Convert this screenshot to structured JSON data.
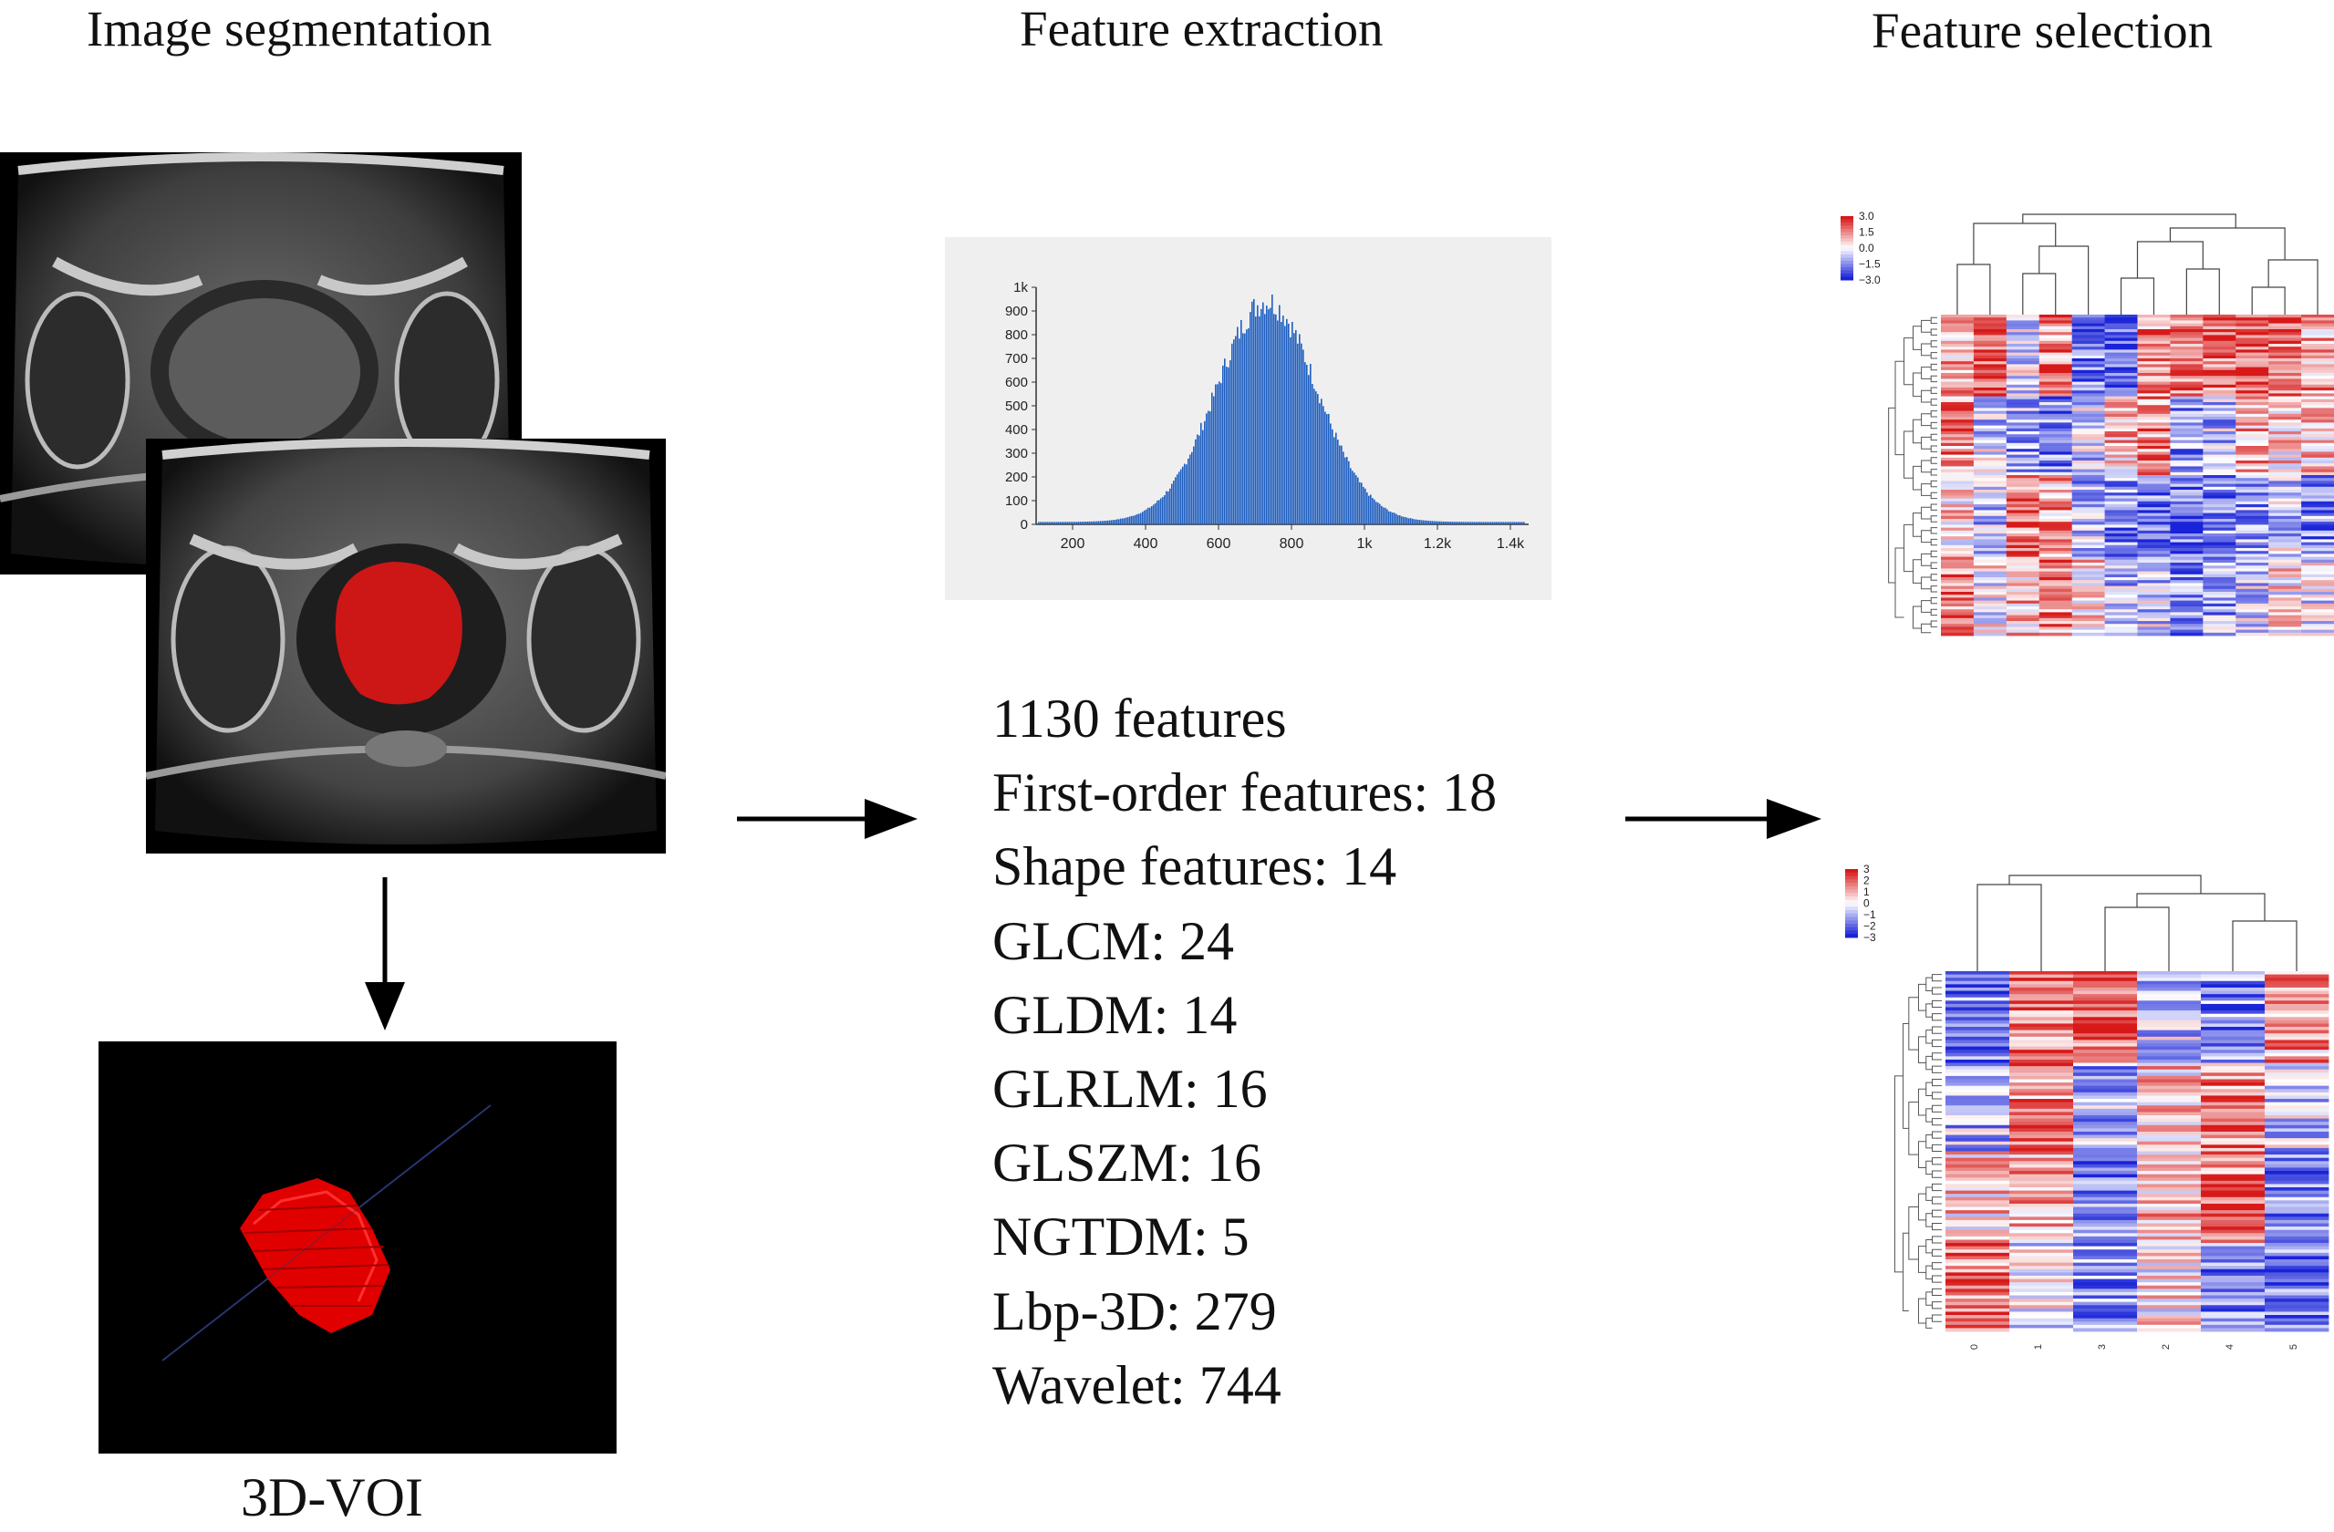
{
  "headers": {
    "segmentation": "Image segmentation",
    "extraction": "Feature extraction",
    "selection": "Feature selection"
  },
  "voi_label": "3D-VOI",
  "features": {
    "total": "1130  features",
    "items": [
      "First-order features: 18",
      "Shape features: 14",
      "GLCM: 24",
      "GLDM: 14",
      "GLRLM: 16",
      "GLSZM: 16",
      "NGTDM: 5",
      "Lbp-3D: 279",
      "Wavelet: 744"
    ]
  },
  "histogram": {
    "x_ticks": [
      "200",
      "400",
      "600",
      "800",
      "1k",
      "1.2k",
      "1.4k"
    ],
    "y_ticks": [
      "0",
      "100",
      "200",
      "300",
      "400",
      "500",
      "600",
      "700",
      "800",
      "900",
      "1k"
    ],
    "bar_color": "#1f5fc0"
  },
  "heatmap_top": {
    "legend": [
      "3.0",
      "1.5",
      "0.0",
      "−1.5",
      "−3.0"
    ]
  },
  "heatmap_bottom": {
    "legend": [
      "3",
      "2",
      "1",
      "0",
      "−1",
      "−2",
      "−3"
    ],
    "columns": [
      "0",
      "1",
      "3",
      "2",
      "4",
      "5"
    ]
  },
  "colors": {
    "hot": "#d7191c",
    "cold": "#1f2fd0",
    "mask": "#e01515"
  }
}
